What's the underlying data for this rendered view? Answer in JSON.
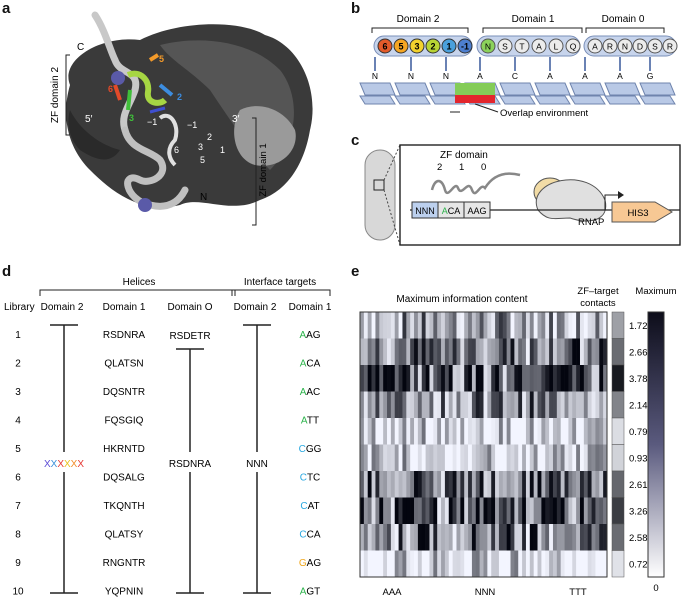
{
  "panels": {
    "a": {
      "label": "a",
      "zf_domain2": "ZF domain 2",
      "zf_domain1": "ZF domain 1",
      "c_term": "C",
      "n_term": "N",
      "strand5": "5′",
      "strand3": "3′",
      "helix_pos": [
        "6",
        "5",
        "3",
        "2",
        "−1",
        "3",
        "2",
        "6",
        "5",
        "−1",
        "1"
      ]
    },
    "b": {
      "label": "b",
      "domains": [
        "Domain 2",
        "Domain 1",
        "Domain 0"
      ],
      "domain2_residues": [
        "6",
        "5",
        "3",
        "2",
        "1",
        "-1"
      ],
      "domain1_residues": [
        "N",
        "S",
        "T",
        "A",
        "L",
        "Q"
      ],
      "domain0_residues": [
        "A",
        "R",
        "N",
        "D",
        "S",
        "R"
      ],
      "dna_letters": [
        "N",
        "N",
        "N",
        "A",
        "C",
        "A",
        "A",
        "A",
        "G"
      ],
      "overlap_label": "Overlap environment",
      "residue_colors": [
        "#e35a2a",
        "#f5a623",
        "#f2d22e",
        "#b7d334",
        "#4aa0dc",
        "#4d7fd0"
      ]
    },
    "c": {
      "label": "c",
      "zf_domain": "ZF domain",
      "domain_numbers": [
        "2",
        "1",
        "0"
      ],
      "omega": "ω",
      "rnap": "RNAP",
      "his3": "HIS3",
      "box_nnn": "NNN",
      "box_aca_a": "A",
      "box_aca_rest": "CA",
      "box_aag": "AAG"
    },
    "d": {
      "label": "d",
      "helices_header": "Helices",
      "interface_header": "Interface targets",
      "col_library": "Library",
      "col_domain2": "Domain 2",
      "col_domain1": "Domain 1",
      "col_domain0": "Domain O",
      "col_it_domain2": "Domain 2",
      "col_it_domain1": "Domain 1",
      "domain2_random": [
        "X",
        "X",
        "X",
        "X",
        "X",
        "X"
      ],
      "random_colors": [
        "#5b4bd6",
        "#3a8fd9",
        "#e53935",
        "#e9c21a",
        "#f28c28",
        "#e53935"
      ],
      "domain0_top": "RSDETR",
      "domain0_mid": "RSDNRA",
      "it_domain2_mid": "NNN",
      "rows": [
        {
          "lib": "1",
          "d1": "RSDNRA",
          "it_first": "A",
          "it_rest": "AG",
          "color": "#2bb34a"
        },
        {
          "lib": "2",
          "d1": "QLATSN",
          "it_first": "A",
          "it_rest": "CA",
          "color": "#2bb34a"
        },
        {
          "lib": "3",
          "d1": "DQSNTR",
          "it_first": "A",
          "it_rest": "AC",
          "color": "#2bb34a"
        },
        {
          "lib": "4",
          "d1": "FQSGIQ",
          "it_first": "A",
          "it_rest": "TT",
          "color": "#2bb34a"
        },
        {
          "lib": "5",
          "d1": "HKRNTD",
          "it_first": "C",
          "it_rest": "GG",
          "color": "#29a8e0"
        },
        {
          "lib": "6",
          "d1": "DQSALG",
          "it_first": "C",
          "it_rest": "TC",
          "color": "#29a8e0"
        },
        {
          "lib": "7",
          "d1": "TKQNTH",
          "it_first": "C",
          "it_rest": "AT",
          "color": "#29a8e0"
        },
        {
          "lib": "8",
          "d1": "QLATSY",
          "it_first": "C",
          "it_rest": "CA",
          "color": "#29a8e0"
        },
        {
          "lib": "9",
          "d1": "RNGNTR",
          "it_first": "G",
          "it_rest": "AG",
          "color": "#f0a81e"
        },
        {
          "lib": "10",
          "d1": "YQPNIN",
          "it_first": "A",
          "it_rest": "GT",
          "color": "#2bb34a"
        }
      ]
    },
    "e": {
      "label": "e",
      "title": "Maximum information content",
      "contacts_header_1": "ZF–target",
      "contacts_header_2": "contacts",
      "colorbar_max": "Maximum",
      "colorbar_min": "0",
      "x_labels": [
        "AAA",
        "NNN",
        "TTT"
      ],
      "contacts": [
        "1.72",
        "2.66",
        "3.78",
        "2.14",
        "0.79",
        "0.93",
        "2.61",
        "3.26",
        "2.58",
        "0.72"
      ],
      "contact_shades": [
        0.38,
        0.6,
        0.95,
        0.5,
        0.12,
        0.16,
        0.62,
        0.8,
        0.6,
        0.1
      ]
    }
  }
}
